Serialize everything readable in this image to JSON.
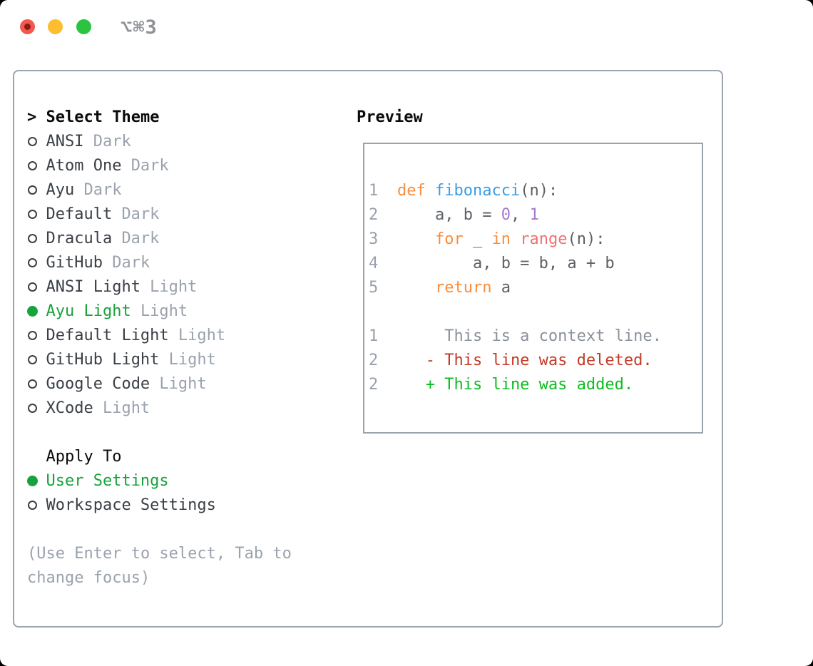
{
  "colors": {
    "page_background": "#000000",
    "window_background": "#ffffff",
    "panel_border": "#9aa3ae",
    "heading_text": "#0a0a0a",
    "item_text": "#3a3f46",
    "muted_text": "#9aa2ad",
    "selected_green": "#16a33c",
    "code_foreground": "#5c6166",
    "line_number": "#98a1ac",
    "syntax_keyword": "#fa8d3e",
    "syntax_entity": "#399ee6",
    "syntax_special": "#f07171",
    "syntax_number": "#a37acc",
    "diff_context": "#8a9199",
    "diff_deleted": "#c43a26",
    "diff_added": "#0cbd20",
    "titlebar_text": "#8f9296",
    "traffic_red": "#f3574e",
    "traffic_red_dot": "#871c12",
    "traffic_yellow": "#fcbd2e",
    "traffic_green": "#2bc440"
  },
  "window": {
    "title": "⌥⌘3",
    "buttons": [
      {
        "name": "close",
        "has_unsaved_dot": true
      },
      {
        "name": "minimize"
      },
      {
        "name": "zoom"
      }
    ]
  },
  "theme_panel": {
    "header_prefix": "> ",
    "header": "Select Theme",
    "items": [
      {
        "name": "ANSI",
        "variant": "Dark",
        "selected": false
      },
      {
        "name": "Atom One",
        "variant": "Dark",
        "selected": false
      },
      {
        "name": "Ayu",
        "variant": "Dark",
        "selected": false
      },
      {
        "name": "Default",
        "variant": "Dark",
        "selected": false
      },
      {
        "name": "Dracula",
        "variant": "Dark",
        "selected": false
      },
      {
        "name": "GitHub",
        "variant": "Dark",
        "selected": false
      },
      {
        "name": "ANSI Light",
        "variant": "Light",
        "selected": false
      },
      {
        "name": "Ayu Light",
        "variant": "Light",
        "selected": true
      },
      {
        "name": "Default Light",
        "variant": "Light",
        "selected": false
      },
      {
        "name": "GitHub Light",
        "variant": "Light",
        "selected": false
      },
      {
        "name": "Google Code",
        "variant": "Light",
        "selected": false
      },
      {
        "name": "XCode",
        "variant": "Light",
        "selected": false
      }
    ],
    "apply_to": {
      "header": "Apply To",
      "options": [
        {
          "label": "User Settings",
          "selected": true
        },
        {
          "label": "Workspace Settings",
          "selected": false
        }
      ]
    },
    "help": [
      "(Use Enter to select, Tab to",
      "change focus)"
    ]
  },
  "preview": {
    "header": "Preview",
    "code_lines": [
      {
        "number": "1",
        "tokens": [
          {
            "text": "def",
            "color": "keyword"
          },
          {
            "text": " "
          },
          {
            "text": "fibonacci",
            "color": "entity"
          },
          {
            "text": "(n):"
          }
        ]
      },
      {
        "number": "2",
        "tokens": [
          {
            "text": "    a, b = "
          },
          {
            "text": "0",
            "color": "number"
          },
          {
            "text": ", "
          },
          {
            "text": "1",
            "color": "number"
          }
        ]
      },
      {
        "number": "3",
        "tokens": [
          {
            "text": "    "
          },
          {
            "text": "for",
            "color": "keyword"
          },
          {
            "text": " _ "
          },
          {
            "text": "in",
            "color": "keyword"
          },
          {
            "text": " "
          },
          {
            "text": "range",
            "color": "special"
          },
          {
            "text": "(n):"
          }
        ]
      },
      {
        "number": "4",
        "tokens": [
          {
            "text": "        a, b = b, a + b"
          }
        ]
      },
      {
        "number": "5",
        "tokens": [
          {
            "text": "    "
          },
          {
            "text": "return",
            "color": "keyword"
          },
          {
            "text": " a"
          }
        ]
      },
      {
        "number": "",
        "tokens": []
      },
      {
        "number": "1",
        "tokens": [
          {
            "text": "     This is a context line.",
            "color": "context"
          }
        ]
      },
      {
        "number": "2",
        "tokens": [
          {
            "text": "   - This line was deleted.",
            "color": "deleted"
          }
        ]
      },
      {
        "number": "2",
        "tokens": [
          {
            "text": "   + This line was added.",
            "color": "added"
          }
        ]
      }
    ]
  }
}
